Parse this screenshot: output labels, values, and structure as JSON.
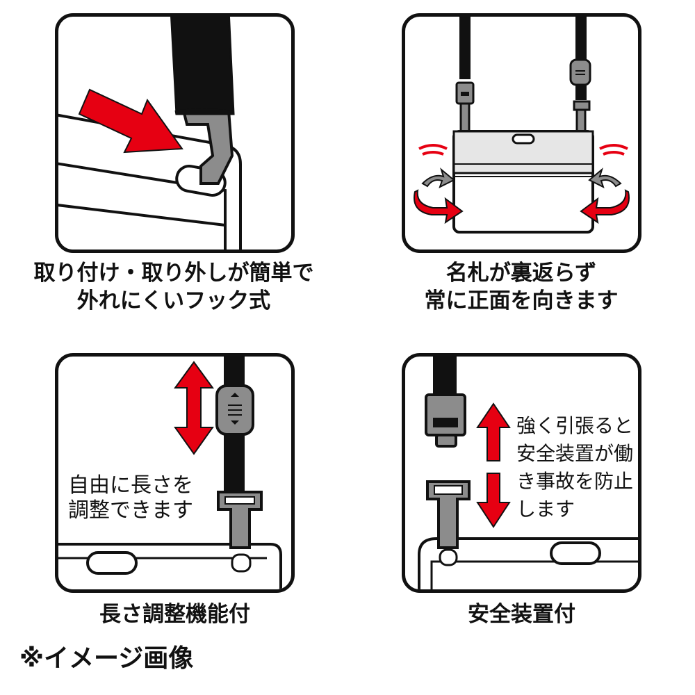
{
  "panels": [
    {
      "id": "hook",
      "caption_line1": "取り付け・取り外しが簡単で",
      "caption_line2": "外れにくいフック式",
      "icons": [
        "strap",
        "hook",
        "card-holder",
        "red-arrow"
      ]
    },
    {
      "id": "rotation",
      "caption_line1": "名札が裏返らず",
      "caption_line2": "常に正面を向きます",
      "icons": [
        "strap",
        "hook",
        "adjuster",
        "card-holder",
        "rotation-arrows"
      ]
    },
    {
      "id": "length",
      "caption_line1": "長さ調整機能付",
      "inner_line1": "自由に長さを",
      "inner_line2": "調整できます",
      "icons": [
        "strap",
        "adjuster",
        "hook",
        "card-holder",
        "double-arrow"
      ]
    },
    {
      "id": "safety",
      "caption_line1": "安全装置付",
      "inner_line1": "強く引張ると",
      "inner_line2": "安全装置が働",
      "inner_line3": "き事故を防止",
      "inner_line4": "します",
      "icons": [
        "strap",
        "breakaway-connector",
        "hook",
        "card-holder",
        "double-arrow"
      ]
    }
  ],
  "footnote": "※イメージ画像",
  "colors": {
    "accent_red": "#e60012",
    "gray": "#8c8c8c",
    "outline": "#111111"
  }
}
